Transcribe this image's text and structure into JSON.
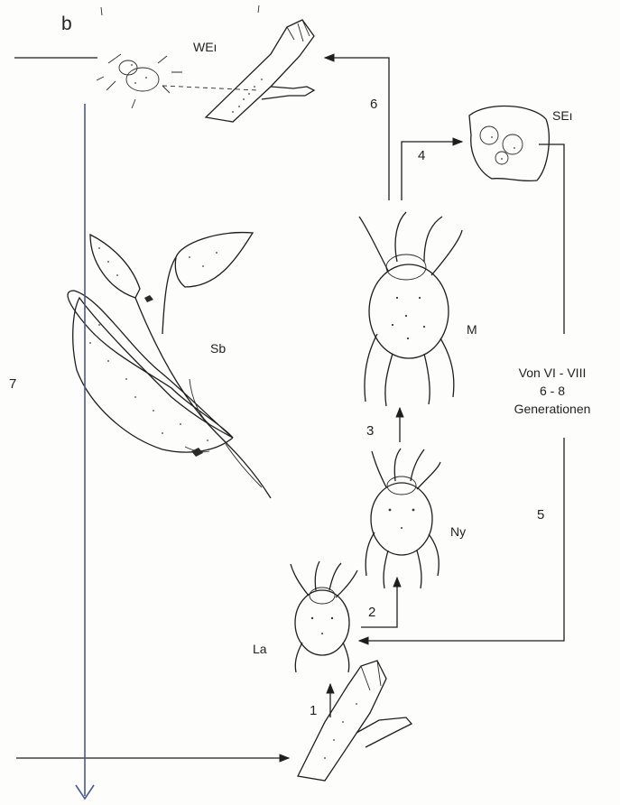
{
  "panel_letter": "b",
  "labels": {
    "we": "WEı",
    "se": "SEı",
    "sb": "Sb",
    "m": "M",
    "ny": "Ny",
    "la": "La"
  },
  "generations": {
    "line1": "Von VI - VIII",
    "line2": "6 - 8",
    "line3": "Generationen"
  },
  "arrow_numbers": {
    "n1": "1",
    "n2": "2",
    "n3": "3",
    "n4": "4",
    "n5": "5",
    "n6": "6",
    "n7": "7"
  },
  "colors": {
    "ink": "#1e1e1e",
    "overlay_arrow": "#4a5a99",
    "paper": "#fdfdfc"
  }
}
